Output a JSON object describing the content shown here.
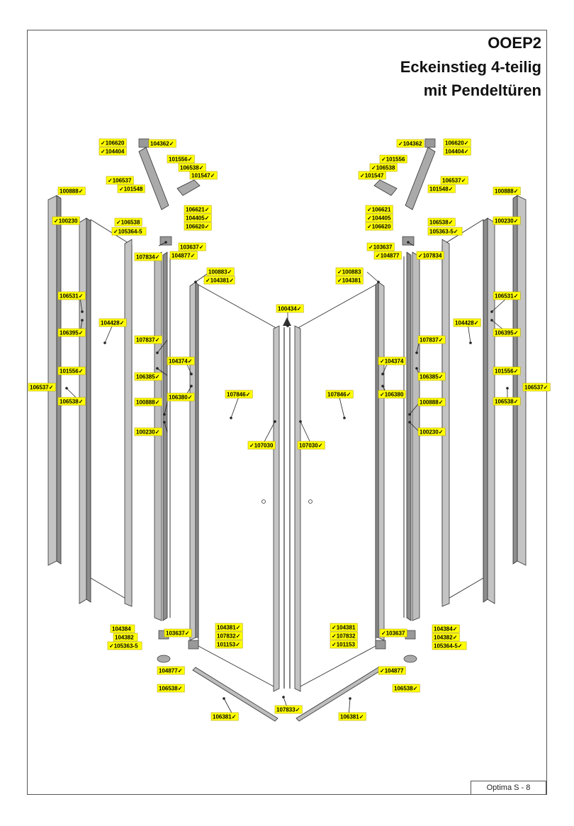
{
  "title": {
    "line1": "OOEP2",
    "line2": "Eckeinstieg 4-teilig",
    "line3": "mit Pendeltüren"
  },
  "footer": "Optima S - 8",
  "colors": {
    "label_fill": "#ffff00",
    "line": "#333333",
    "profile": "#b5b5b5"
  },
  "labels": [
    {
      "id": "l1",
      "text": "✓106620"
    },
    {
      "id": "l2",
      "text": "✓104404"
    },
    {
      "id": "l3",
      "text": "104362✓"
    },
    {
      "id": "l4",
      "text": "101556✓"
    },
    {
      "id": "l5",
      "text": "106538✓"
    },
    {
      "id": "l6",
      "text": "101547✓"
    },
    {
      "id": "l7",
      "text": "✓106537"
    },
    {
      "id": "l8",
      "text": "✓101548"
    },
    {
      "id": "l9",
      "text": "100888✓"
    },
    {
      "id": "l10",
      "text": "✓100230"
    },
    {
      "id": "l11",
      "text": "106621✓"
    },
    {
      "id": "l12",
      "text": "104405✓"
    },
    {
      "id": "l13",
      "text": "106620✓"
    },
    {
      "id": "l14",
      "text": "✓106538"
    },
    {
      "id": "l15",
      "text": "✓105364-5"
    },
    {
      "id": "l16",
      "text": "103637✓"
    },
    {
      "id": "l17",
      "text": "104877✓"
    },
    {
      "id": "l18",
      "text": "107834✓"
    },
    {
      "id": "l19",
      "text": "100883✓"
    },
    {
      "id": "l20",
      "text": "✓104381✓"
    },
    {
      "id": "l21",
      "text": "100434✓"
    },
    {
      "id": "l22",
      "text": "106531✓"
    },
    {
      "id": "l23",
      "text": "104428✓"
    },
    {
      "id": "l24",
      "text": "106395✓"
    },
    {
      "id": "l25",
      "text": "107837✓"
    },
    {
      "id": "l26",
      "text": "104374✓"
    },
    {
      "id": "l27",
      "text": "106385✓"
    },
    {
      "id": "l28",
      "text": "101556✓"
    },
    {
      "id": "l29",
      "text": "106537✓"
    },
    {
      "id": "l30",
      "text": "106538✓"
    },
    {
      "id": "l31",
      "text": "106380✓"
    },
    {
      "id": "l32",
      "text": "107846✓"
    },
    {
      "id": "l33",
      "text": "100888✓"
    },
    {
      "id": "l34",
      "text": "100230✓"
    },
    {
      "id": "l35",
      "text": "✓107030"
    },
    {
      "id": "l36",
      "text": "104384"
    },
    {
      "id": "l37",
      "text": "104382"
    },
    {
      "id": "l38",
      "text": "✓105363-5"
    },
    {
      "id": "l39",
      "text": "103637✓"
    },
    {
      "id": "l40",
      "text": "104381✓"
    },
    {
      "id": "l41",
      "text": "107832✓"
    },
    {
      "id": "l42",
      "text": "101153✓"
    },
    {
      "id": "l43",
      "text": "104877✓"
    },
    {
      "id": "l44",
      "text": "106538✓"
    },
    {
      "id": "l45",
      "text": "106381✓"
    },
    {
      "id": "l46",
      "text": "107833✓"
    },
    {
      "id": "r1",
      "text": "106620✓"
    },
    {
      "id": "r2",
      "text": "104404✓"
    },
    {
      "id": "r3",
      "text": "✓104362"
    },
    {
      "id": "r4",
      "text": "✓101556"
    },
    {
      "id": "r5",
      "text": "✓106538"
    },
    {
      "id": "r6",
      "text": "✓101547"
    },
    {
      "id": "r7",
      "text": "106537✓"
    },
    {
      "id": "r8",
      "text": "101548✓"
    },
    {
      "id": "r9",
      "text": "100888✓"
    },
    {
      "id": "r10",
      "text": "100230✓"
    },
    {
      "id": "r11",
      "text": "✓106621"
    },
    {
      "id": "r12",
      "text": "✓104405"
    },
    {
      "id": "r13",
      "text": "✓106620"
    },
    {
      "id": "r14",
      "text": "106538✓"
    },
    {
      "id": "r15",
      "text": "105363-5✓"
    },
    {
      "id": "r16",
      "text": "✓103637"
    },
    {
      "id": "r17",
      "text": "✓104877"
    },
    {
      "id": "r18",
      "text": "✓107834"
    },
    {
      "id": "r19",
      "text": "✓100883"
    },
    {
      "id": "r20",
      "text": "✓104381"
    },
    {
      "id": "r21",
      "text": "106531✓"
    },
    {
      "id": "r22",
      "text": "104428✓"
    },
    {
      "id": "r23",
      "text": "106395✓"
    },
    {
      "id": "r24",
      "text": "107837✓"
    },
    {
      "id": "r25",
      "text": "✓104374"
    },
    {
      "id": "r26",
      "text": "106385✓"
    },
    {
      "id": "r27",
      "text": "101556✓"
    },
    {
      "id": "r28",
      "text": "106537✓"
    },
    {
      "id": "r29",
      "text": "106538✓"
    },
    {
      "id": "r30",
      "text": "✓106380"
    },
    {
      "id": "r31",
      "text": "107846✓"
    },
    {
      "id": "r32",
      "text": "100888✓"
    },
    {
      "id": "r33",
      "text": "100230✓"
    },
    {
      "id": "r34",
      "text": "107030✓"
    },
    {
      "id": "r35",
      "text": "✓104381"
    },
    {
      "id": "r36",
      "text": "✓107832"
    },
    {
      "id": "r37",
      "text": "✓101153"
    },
    {
      "id": "r38",
      "text": "✓103637"
    },
    {
      "id": "r39",
      "text": "104384✓"
    },
    {
      "id": "r40",
      "text": "104382✓"
    },
    {
      "id": "r41",
      "text": "105364-5✓"
    },
    {
      "id": "r42",
      "text": "✓104877"
    },
    {
      "id": "r43",
      "text": "106538✓"
    },
    {
      "id": "r44",
      "text": "106381✓"
    }
  ]
}
